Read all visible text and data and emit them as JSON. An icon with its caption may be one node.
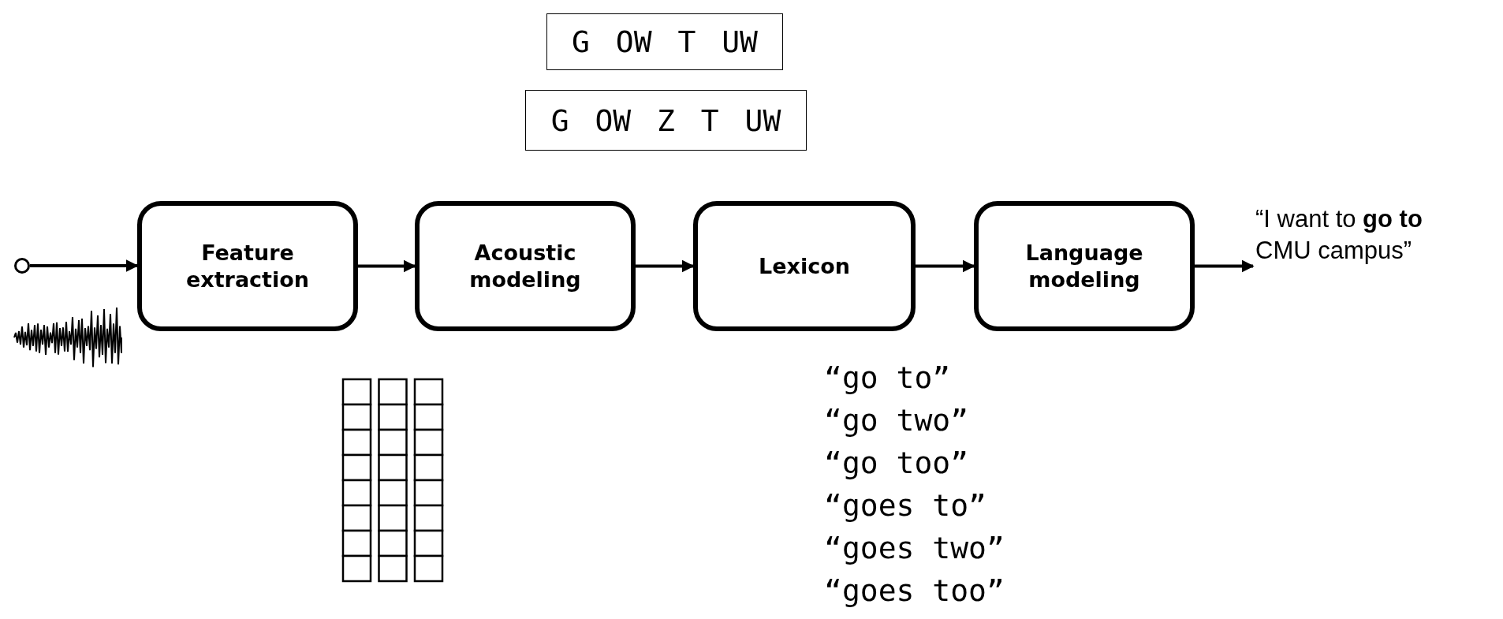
{
  "diagram": {
    "nodes": [
      {
        "text": [
          "G OW T UW"
        ]
      },
      {
        "text": [
          "G OW Z T UW"
        ]
      },
      {
        "text": [],
        "shape": "circle"
      },
      {
        "text": [
          "Feature extraction"
        ]
      },
      {
        "text": [
          "Acoustic modeling"
        ]
      },
      {
        "text": [
          "Lexicon"
        ]
      },
      {
        "text": [
          "Language modeling"
        ]
      },
      {
        "text": [
          "“I want to **go to** CMU campus”"
        ]
      }
    ],
    "edges": [
      {
        "from": 2,
        "to": 3,
        "arrow": "to"
      },
      {
        "from": 3,
        "to": 4,
        "arrow": "to"
      },
      {
        "from": 4,
        "to": 5,
        "arrow": "to"
      },
      {
        "from": 5,
        "to": 6,
        "arrow": "to"
      },
      {
        "from": 6,
        "to": 7,
        "arrow": "to"
      }
    ],
    "labels": [
      "“go to”",
      "“go two”",
      "“go too”",
      "“goes to”",
      "“goes two”",
      "“goes too”"
    ]
  }
}
